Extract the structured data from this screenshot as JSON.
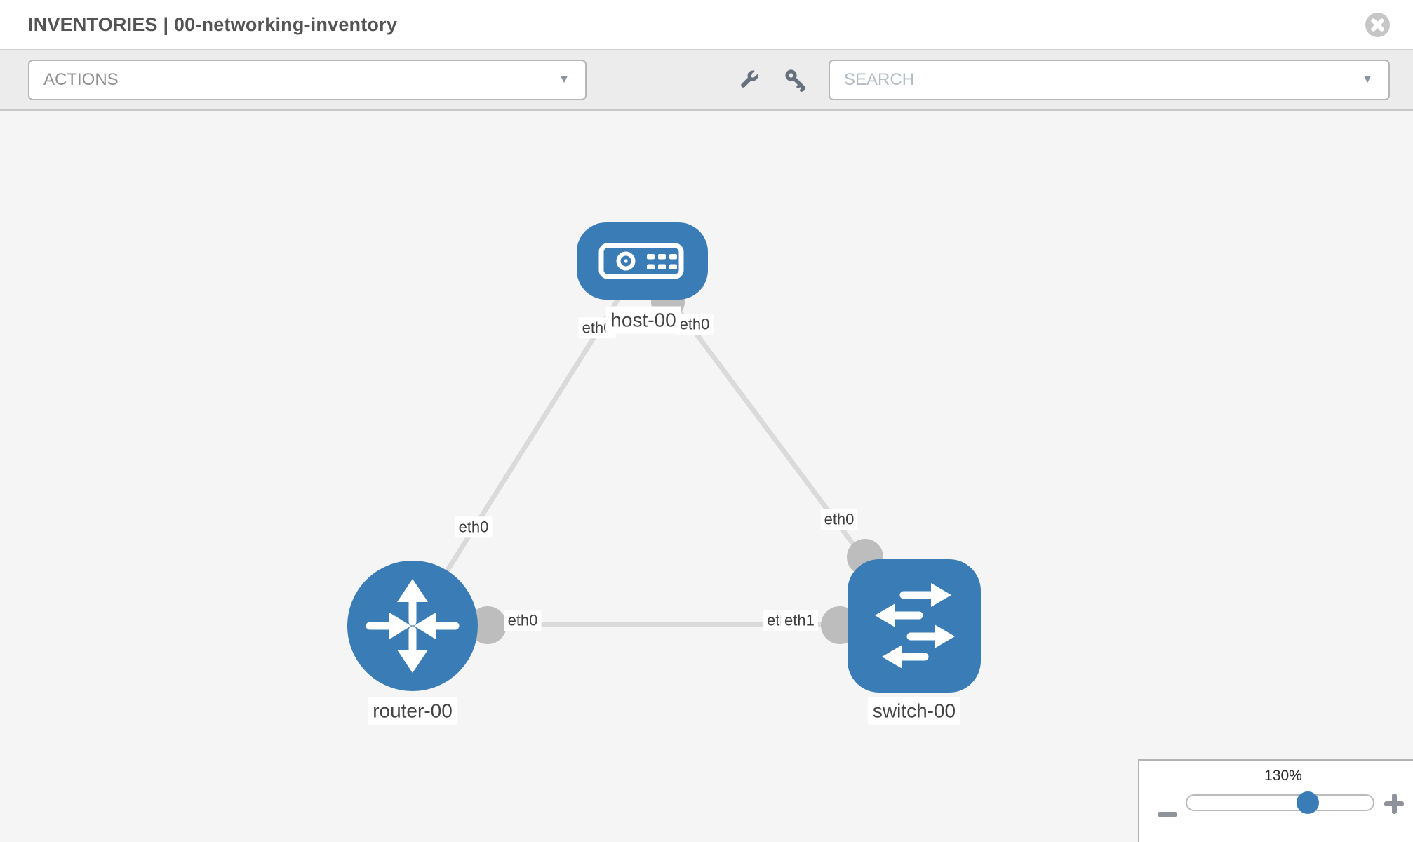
{
  "window": {
    "title": "INVENTORIES | 00-networking-inventory"
  },
  "toolbar": {
    "actions_label": "ACTIONS",
    "search_placeholder": "SEARCH",
    "caret": "▼",
    "tool_icons": [
      "wrench-icon",
      "key-icon"
    ]
  },
  "topology": {
    "node_labels": {
      "host": "host-00",
      "router": "router-00",
      "switch": "switch-00"
    },
    "node_types": {
      "host": "host",
      "router": "router",
      "switch": "switch"
    },
    "ifaces": {
      "host_left": "eth0",
      "host_right": "eth0",
      "router_top": "eth0",
      "router_right": "eth0",
      "switch_top": "eth0",
      "switch_left_back": "etl",
      "switch_left_front": "eth1"
    },
    "links": [
      {
        "from": "host-00",
        "to": "router-00"
      },
      {
        "from": "host-00",
        "to": "switch-00"
      },
      {
        "from": "router-00",
        "to": "switch-00"
      }
    ]
  },
  "zoom": {
    "level": "130%"
  },
  "colors": {
    "node_fill": "#3a7cb5",
    "link": "#dadada",
    "connector": "#bdbdbd",
    "canvas_bg": "#f5f5f5",
    "toolbar_bg": "#ececec",
    "slider_thumb": "#3a7cb5"
  }
}
